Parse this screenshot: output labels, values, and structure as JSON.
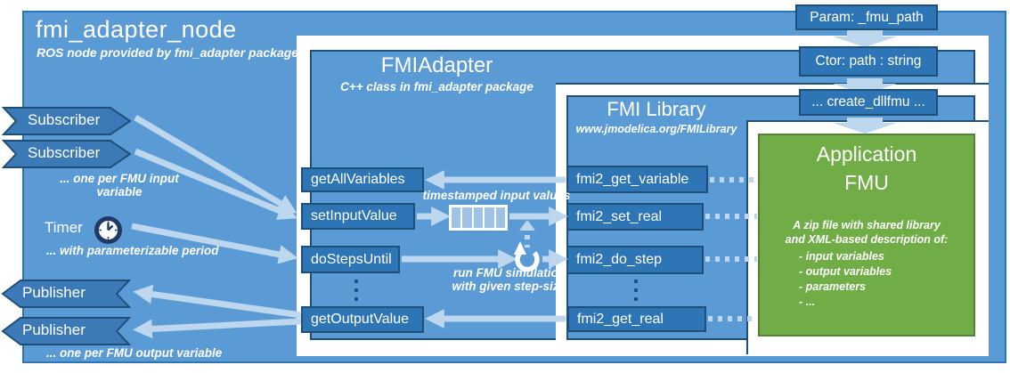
{
  "colors": {
    "background_blue": "#5B9BD5",
    "dark_box_blue": "#2E75B6",
    "navy_border": "#1F4E79",
    "light_arrow": "#BDD7EE",
    "queue_cell": "#9DC3E6",
    "banner_blue": "#3B7AB7",
    "green_fill": "#70AD47",
    "green_border": "#548235"
  },
  "node": {
    "title": "fmi_adapter_node",
    "subtitle": "ROS node provided by fmi_adapter package"
  },
  "adapter": {
    "title": "FMIAdapter",
    "subtitle": "C++ class in fmi_adapter package",
    "methods": [
      "getAllVariables",
      "setInputValue",
      "doStepsUntil",
      "getOutputValue"
    ]
  },
  "library": {
    "title": "FMI Library",
    "subtitle": "www.jmodelica.org/FMILibrary",
    "functions": [
      "fmi2_get_variable",
      "fmi2_set_real",
      "fmi2_do_step",
      "fmi2_get_real"
    ]
  },
  "fmu": {
    "title_line1": "Application",
    "title_line2": "FMU",
    "desc_line1": "A zip file with shared library",
    "desc_line2": "and XML-based description of:",
    "items": [
      "- input variables",
      "- output variables",
      "- parameters",
      "- ..."
    ]
  },
  "ros": {
    "subscribers": [
      "Subscriber",
      "Subscriber"
    ],
    "subscriber_note": "... one per FMU input variable",
    "timer_label": "Timer",
    "timer_note": "... with parameterizable period",
    "publishers": [
      "Publisher",
      "Publisher"
    ],
    "publisher_note": "... one per FMU output variable"
  },
  "init_chain": {
    "param": "Param: _fmu_path",
    "ctor": "Ctor: path : string",
    "create": "... create_dllfmu ..."
  },
  "annotations": {
    "queue_label": "timestamped input values",
    "loop_label_line1": "run FMU simulation",
    "loop_label_line2": "with given step-size"
  }
}
